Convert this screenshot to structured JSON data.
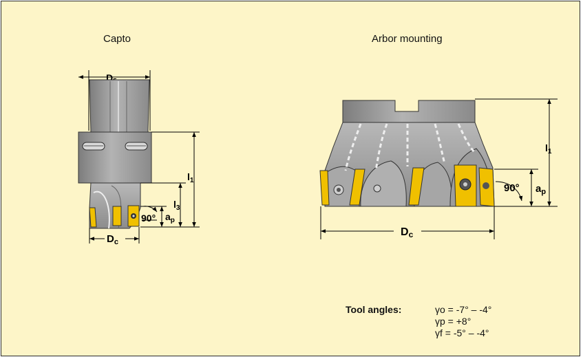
{
  "titles": {
    "capto": "Capto",
    "arbor": "Arbor mounting"
  },
  "capto_dims": {
    "d5m": "D",
    "d5m_sub": "5m",
    "l1": "l",
    "l1_sub": "1",
    "l3": "l",
    "l3_sub": "3",
    "angle": "90°",
    "ap": "a",
    "ap_sub": "p",
    "dc": "D",
    "dc_sub": "c"
  },
  "arbor_dims": {
    "l1": "l",
    "l1_sub": "1",
    "angle": "90°",
    "ap": "a",
    "ap_sub": "p",
    "dc": "D",
    "dc_sub": "c"
  },
  "tool_angles": {
    "label": "Tool angles:",
    "gamma_o": "γo = -7° – -4°",
    "gamma_p": "γp = +8°",
    "gamma_f": "γf = -5° – -4°"
  },
  "colors": {
    "background": "#fdf5c8",
    "tool_body": "#9a9a9a",
    "insert": "#f0c000"
  }
}
